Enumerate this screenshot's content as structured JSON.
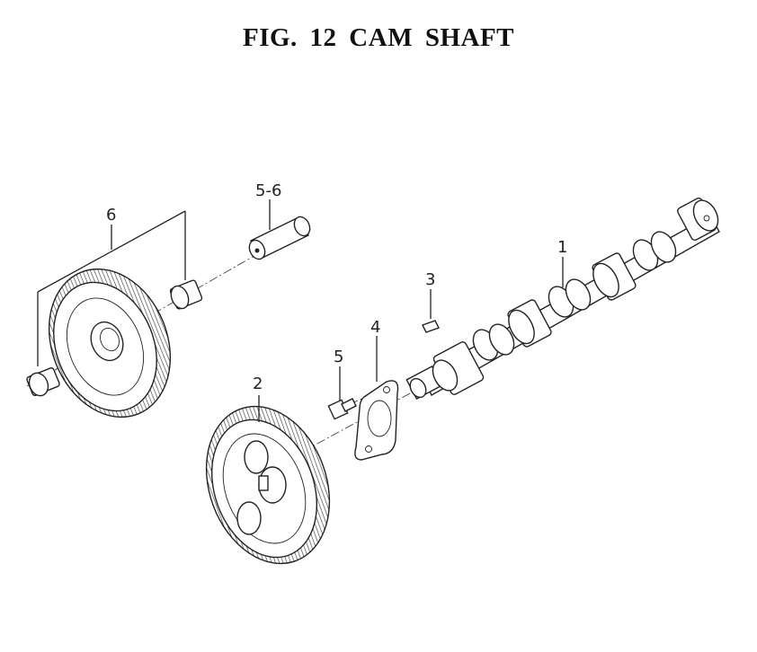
{
  "title": "FIG. 12  CAM SHAFT",
  "callouts": [
    {
      "id": "1",
      "label": "1"
    },
    {
      "id": "2",
      "label": "2"
    },
    {
      "id": "3",
      "label": "3"
    },
    {
      "id": "4",
      "label": "4"
    },
    {
      "id": "5",
      "label": "5"
    },
    {
      "id": "5-6",
      "label": "5-6"
    },
    {
      "id": "6",
      "label": "6"
    }
  ]
}
